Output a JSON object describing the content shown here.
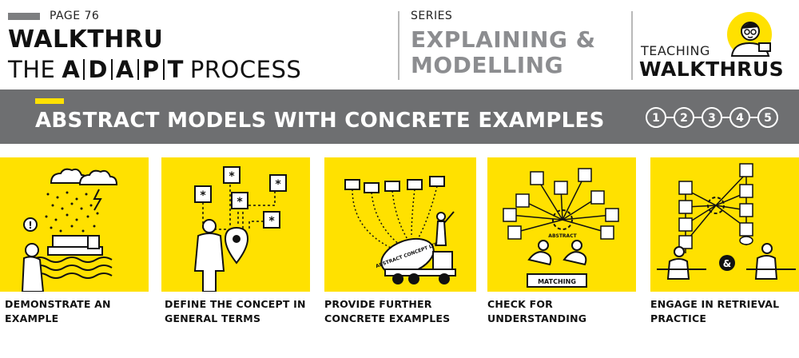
{
  "header": {
    "page_label": "PAGE 76",
    "title_main": "WALKTHRU",
    "title_pre": "THE",
    "adapt_letters": [
      "A",
      "D",
      "A",
      "P",
      "T"
    ],
    "title_post": "PROCESS",
    "series_label": "SERIES",
    "series_line1": "EXPLAINING &",
    "series_line2": "MODELLING",
    "brand_line1": "TEACHING",
    "brand_line2": "WALKTHRUS"
  },
  "band": {
    "heading": "ABSTRACT MODELS WITH CONCRETE EXAMPLES",
    "steps": [
      "1",
      "2",
      "3",
      "4",
      "5"
    ]
  },
  "panels": [
    {
      "caption_line1": "DEMONSTRATE AN",
      "caption_line2": "EXAMPLE"
    },
    {
      "caption_line1": "DEFINE THE CONCEPT IN",
      "caption_line2": "GENERAL TERMS"
    },
    {
      "caption_line1": "PROVIDE FURTHER",
      "caption_line2": "CONCRETE EXAMPLES",
      "truck_text": "ABSTRACT CONCEPT LTD"
    },
    {
      "caption_line1": "CHECK FOR",
      "caption_line2": "UNDERSTANDING",
      "center_label": "ABSTRACT",
      "sign_text": "MATCHING"
    },
    {
      "caption_line1": "ENGAGE IN RETRIEVAL",
      "caption_line2": "PRACTICE",
      "badge_text": "&"
    }
  ],
  "colors": {
    "accent_yellow": "#ffe100",
    "band_grey": "#6e6f71",
    "series_grey": "#8c8d90",
    "ink": "#111111"
  },
  "icons": {
    "logo": "teacher-character-logo",
    "panel1": "person-weather-flood-illustration",
    "panel2": "person-location-pin-illustration",
    "panel3": "concrete-mixer-truck-illustration",
    "panel4": "network-cubes-matching-illustration",
    "panel5": "two-people-retrieval-illustration"
  }
}
